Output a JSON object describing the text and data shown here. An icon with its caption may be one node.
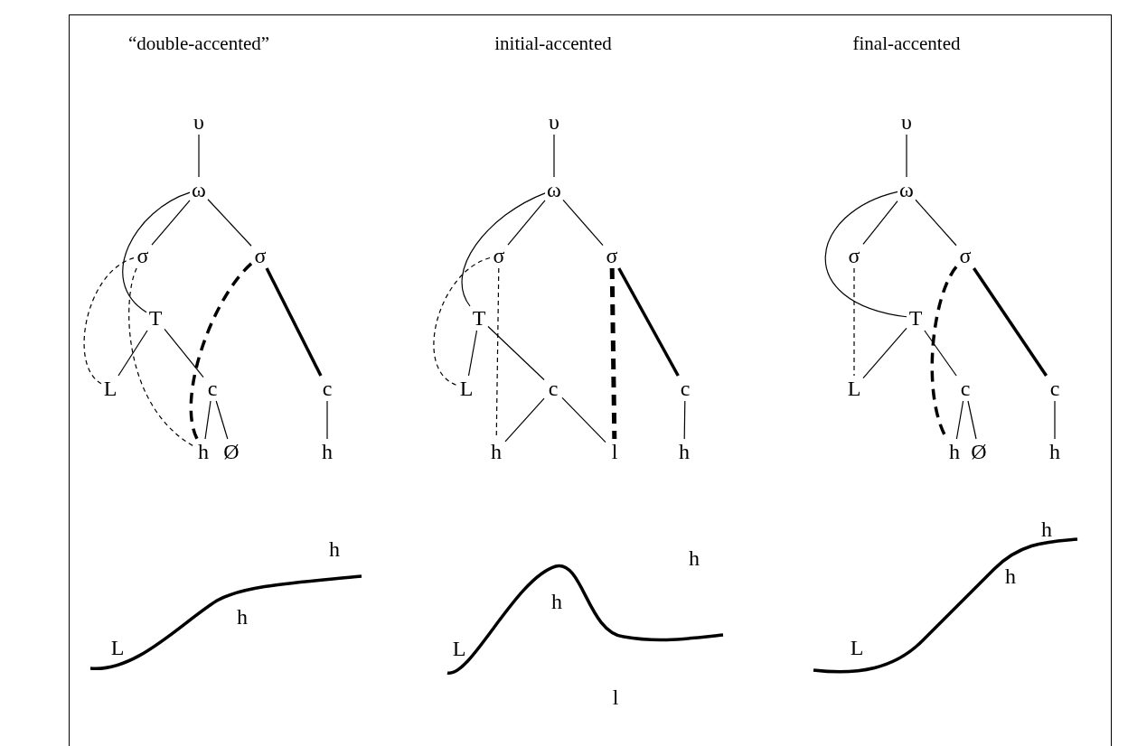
{
  "diagram": {
    "nodes": [
      {
        "text": [
          "υ"
        ]
      },
      {
        "text": [
          "ω"
        ]
      },
      {
        "text": [
          "σ"
        ]
      },
      {
        "text": [
          "σ"
        ]
      },
      {
        "text": [
          "T"
        ]
      },
      {
        "text": [
          "L"
        ]
      },
      {
        "text": [
          "c"
        ]
      },
      {
        "text": [
          "c"
        ]
      },
      {
        "text": [
          "h"
        ]
      },
      {
        "text": [
          "Ø"
        ]
      },
      {
        "text": [
          "h"
        ]
      },
      {
        "text": [
          "υ"
        ]
      },
      {
        "text": [
          "ω"
        ]
      },
      {
        "text": [
          "σ"
        ]
      },
      {
        "text": [
          "σ"
        ]
      },
      {
        "text": [
          "T"
        ]
      },
      {
        "text": [
          "L"
        ]
      },
      {
        "text": [
          "c"
        ]
      },
      {
        "text": [
          "c"
        ]
      },
      {
        "text": [
          "h"
        ]
      },
      {
        "text": [
          "l"
        ]
      },
      {
        "text": [
          "h"
        ]
      },
      {
        "text": [
          "υ"
        ]
      },
      {
        "text": [
          "ω"
        ]
      },
      {
        "text": [
          "σ"
        ]
      },
      {
        "text": [
          "σ"
        ]
      },
      {
        "text": [
          "T"
        ]
      },
      {
        "text": [
          "L"
        ]
      },
      {
        "text": [
          "c"
        ]
      },
      {
        "text": [
          "c"
        ]
      },
      {
        "text": [
          "h"
        ]
      },
      {
        "text": [
          "Ø"
        ]
      },
      {
        "text": [
          "h"
        ]
      }
    ],
    "edges": [
      {
        "from": 0,
        "to": 1,
        "arrow": "none"
      },
      {
        "from": 1,
        "to": 2,
        "arrow": "none"
      },
      {
        "from": 1,
        "to": 3,
        "arrow": "none"
      },
      {
        "from": 1,
        "to": 4,
        "arrow": "none"
      },
      {
        "from": 2,
        "to": 5,
        "arrow": "none",
        "style": "dashed"
      },
      {
        "from": 2,
        "to": 8,
        "arrow": "none",
        "style": "dashed"
      },
      {
        "from": 3,
        "to": 8,
        "arrow": "none",
        "style": "dashed"
      },
      {
        "from": 3,
        "to": 7,
        "arrow": "none",
        "style": "thick"
      },
      {
        "from": 4,
        "to": 5,
        "arrow": "none"
      },
      {
        "from": 4,
        "to": 6,
        "arrow": "none"
      },
      {
        "from": 6,
        "to": 8,
        "arrow": "none"
      },
      {
        "from": 6,
        "to": 9,
        "arrow": "none"
      },
      {
        "from": 7,
        "to": 10,
        "arrow": "none"
      },
      {
        "from": 11,
        "to": 12,
        "arrow": "none"
      },
      {
        "from": 12,
        "to": 13,
        "arrow": "none"
      },
      {
        "from": 12,
        "to": 14,
        "arrow": "none"
      },
      {
        "from": 12,
        "to": 15,
        "arrow": "none"
      },
      {
        "from": 13,
        "to": 16,
        "arrow": "none",
        "style": "dashed"
      },
      {
        "from": 13,
        "to": 19,
        "arrow": "none",
        "style": "dashed"
      },
      {
        "from": 14,
        "to": 20,
        "arrow": "none",
        "style": "dashed"
      },
      {
        "from": 14,
        "to": 18,
        "arrow": "none",
        "style": "thick"
      },
      {
        "from": 15,
        "to": 16,
        "arrow": "none"
      },
      {
        "from": 15,
        "to": 17,
        "arrow": "none"
      },
      {
        "from": 17,
        "to": 19,
        "arrow": "none"
      },
      {
        "from": 17,
        "to": 20,
        "arrow": "none"
      },
      {
        "from": 18,
        "to": 21,
        "arrow": "none"
      },
      {
        "from": 22,
        "to": 23,
        "arrow": "none"
      },
      {
        "from": 23,
        "to": 24,
        "arrow": "none"
      },
      {
        "from": 23,
        "to": 25,
        "arrow": "none"
      },
      {
        "from": 23,
        "to": 26,
        "arrow": "none"
      },
      {
        "from": 24,
        "to": 27,
        "arrow": "none",
        "style": "dashed"
      },
      {
        "from": 25,
        "to": 30,
        "arrow": "none",
        "style": "dashed"
      },
      {
        "from": 25,
        "to": 29,
        "arrow": "none",
        "style": "thick"
      },
      {
        "from": 26,
        "to": 27,
        "arrow": "none"
      },
      {
        "from": 26,
        "to": 28,
        "arrow": "none"
      },
      {
        "from": 28,
        "to": 30,
        "arrow": "none"
      },
      {
        "from": 28,
        "to": 31,
        "arrow": "none"
      },
      {
        "from": 29,
        "to": 32,
        "arrow": "none"
      }
    ],
    "labels": [
      "“double-accented”",
      "initial-accented",
      "final-accented",
      "h",
      "h",
      "L",
      "h",
      "h",
      "L",
      "l",
      "h",
      "h",
      "L"
    ]
  }
}
